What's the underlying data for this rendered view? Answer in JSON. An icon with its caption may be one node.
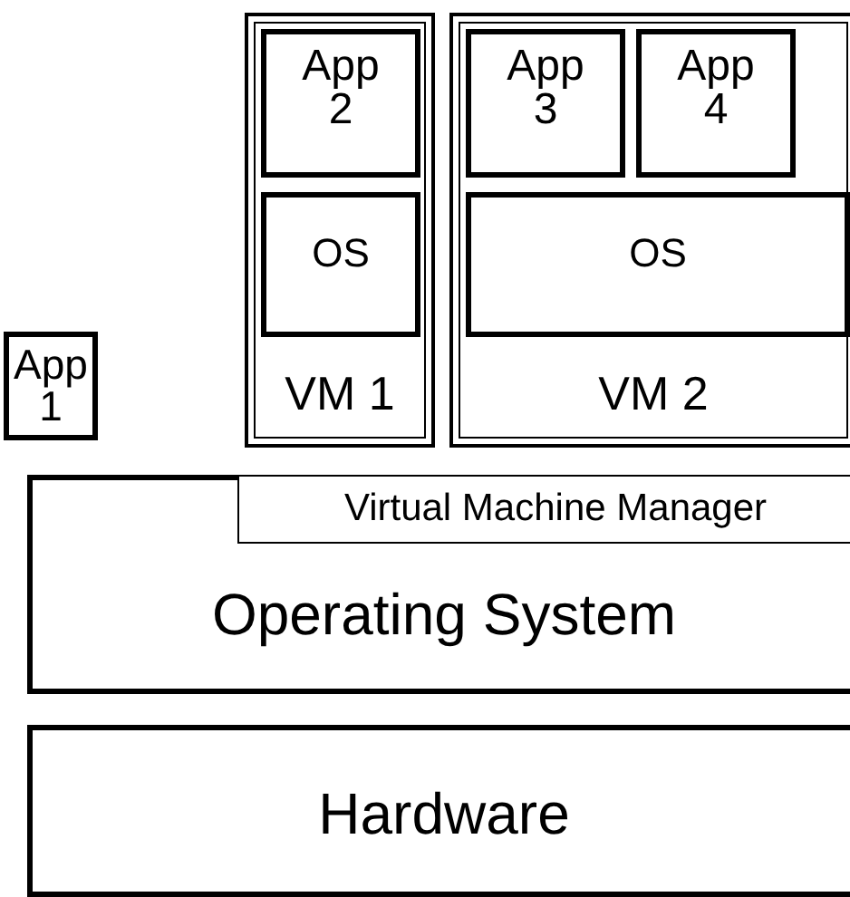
{
  "diagram": {
    "nodes": [
      {
        "text": [
          "App 1"
        ]
      },
      {
        "text": [
          "VM 1"
        ]
      },
      {
        "text": [
          "App 2"
        ],
        "in": 1
      },
      {
        "text": [
          "OS"
        ],
        "in": 1
      },
      {
        "text": [
          "VM 2"
        ]
      },
      {
        "text": [
          "App 3"
        ],
        "in": 4
      },
      {
        "text": [
          "App 4"
        ],
        "in": 4
      },
      {
        "text": [
          "OS"
        ],
        "in": 4
      },
      {
        "text": [
          "Operating System"
        ]
      },
      {
        "text": [
          "Virtual Machine Manager"
        ],
        "in": 8
      },
      {
        "text": [
          "Hardware"
        ]
      }
    ]
  }
}
